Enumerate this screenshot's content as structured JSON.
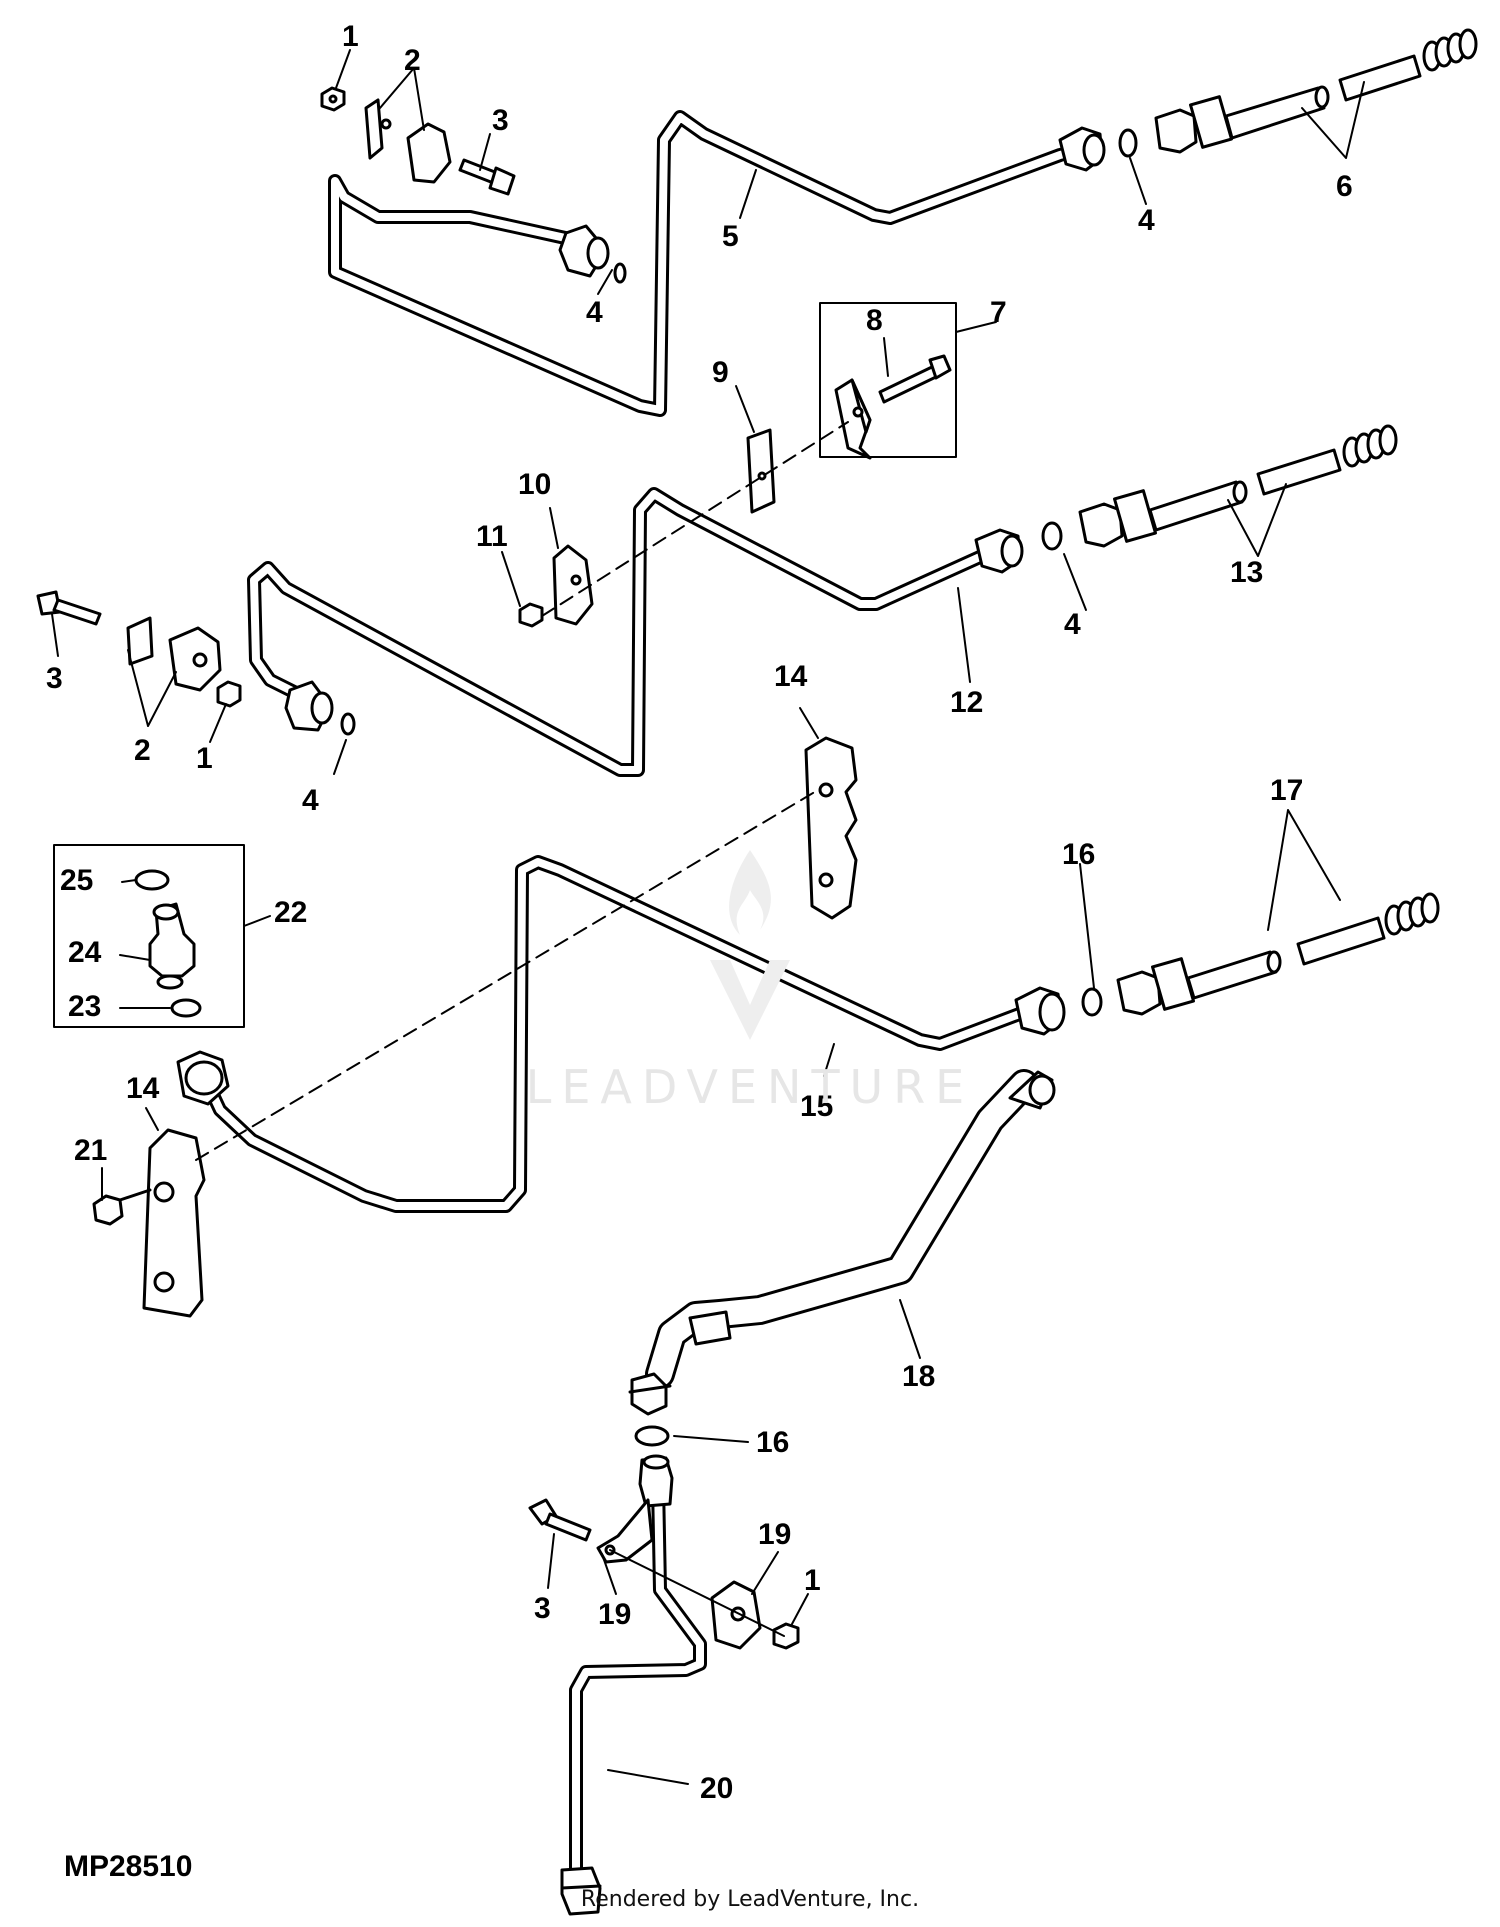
{
  "diagram_code": "MP28510",
  "credit": "Rendered by LeadVenture, Inc.",
  "watermark": "LEADVENTURE",
  "labels": {
    "l1a": "1",
    "l2a": "2",
    "l3a": "3",
    "l4a": "4",
    "l5": "5",
    "l4b": "4",
    "l6": "6",
    "l7": "7",
    "l8": "8",
    "l9": "9",
    "l10": "10",
    "l11": "11",
    "l3b": "3",
    "l2b": "2",
    "l1b": "1",
    "l4c": "4",
    "l12": "12",
    "l4d": "4",
    "l13": "13",
    "l14a": "14",
    "l14b": "14",
    "l25": "25",
    "l22": "22",
    "l24": "24",
    "l23": "23",
    "l21": "21",
    "l15": "15",
    "l16a": "16",
    "l17": "17",
    "l18": "18",
    "l16b": "16",
    "l19a": "19",
    "l19b": "19",
    "l1c": "1",
    "l3c": "3",
    "l20": "20"
  }
}
